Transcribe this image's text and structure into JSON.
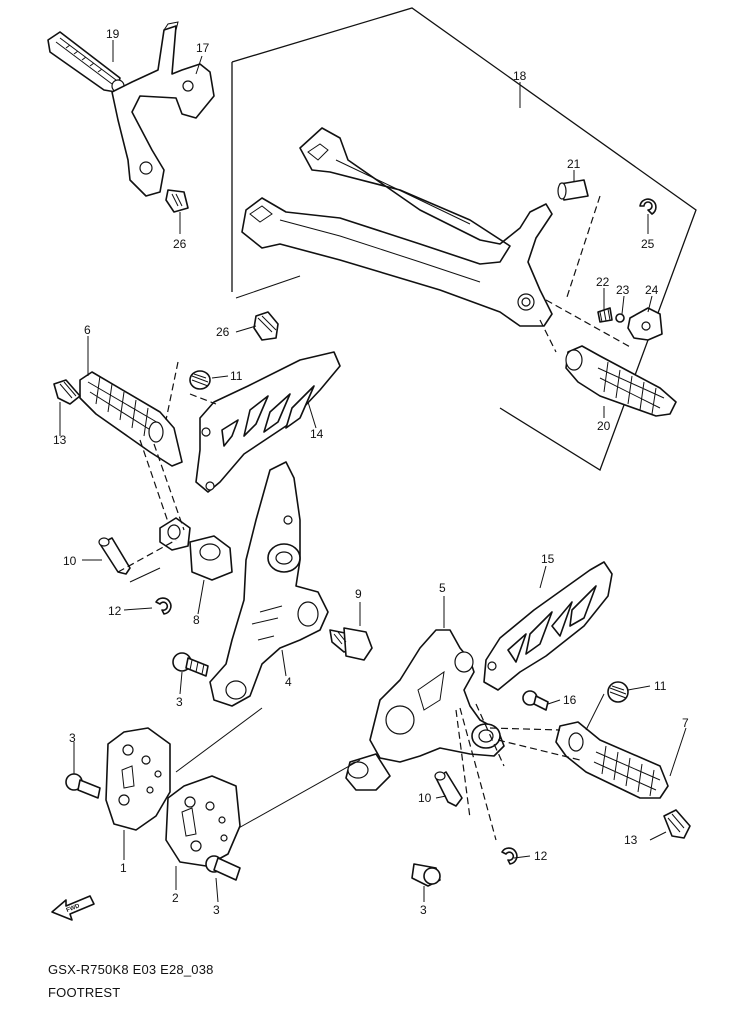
{
  "caption": {
    "model_code": "GSX-R750K8 E03 E28_038",
    "title": "FOOTREST"
  },
  "fwd_label": "FWD",
  "callouts": {
    "c19": "19",
    "c17": "17",
    "c26a": "26",
    "c18": "18",
    "c21": "21",
    "c25": "25",
    "c22": "22",
    "c23": "23",
    "c24": "24",
    "c26b": "26",
    "c6": "6",
    "c11a": "11",
    "c13a": "13",
    "c14": "14",
    "c20": "20",
    "c10a": "10",
    "c12a": "12",
    "c8": "8",
    "c9": "9",
    "c15": "15",
    "c5": "5",
    "c3a": "3",
    "c4": "4",
    "c16": "16",
    "c11b": "11",
    "c7": "7",
    "c3b": "3",
    "c10b": "10",
    "c12b": "12",
    "c13b": "13",
    "c1": "1",
    "c2": "2",
    "c3c": "3",
    "c3d": "3"
  }
}
